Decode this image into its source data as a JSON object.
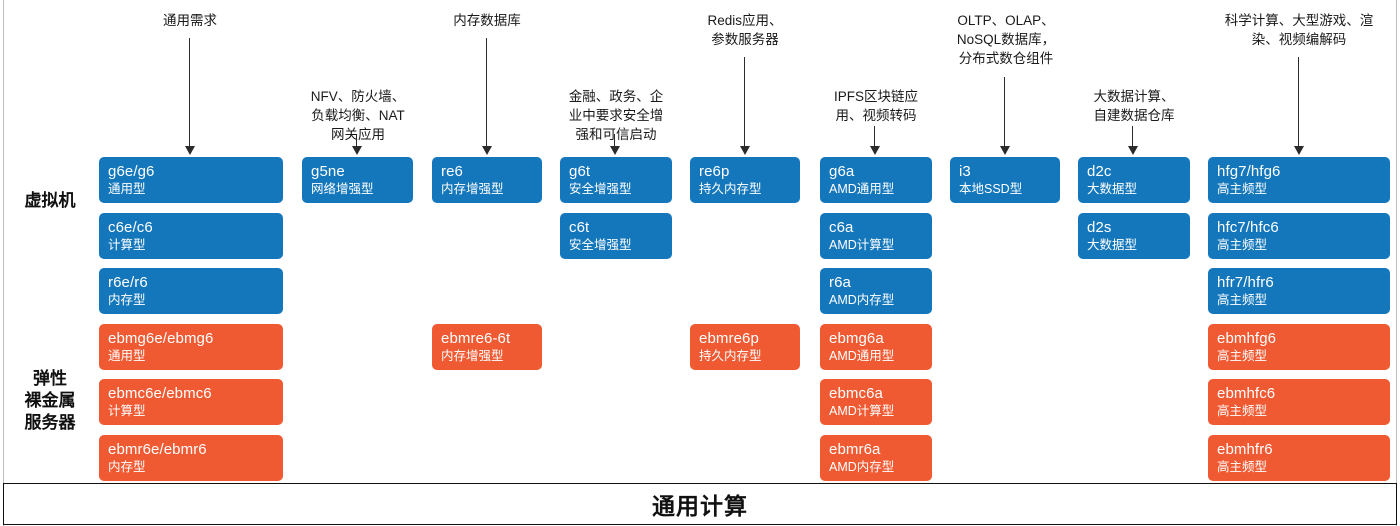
{
  "diagram": {
    "title": "通用计算",
    "colors": {
      "vm": "#1477bc",
      "ebm": "#f05a33",
      "text": "#ffffff",
      "line": "#2b2b2b"
    },
    "row_labels": [
      {
        "id": "vm",
        "text": "虚拟机"
      },
      {
        "id": "ebm",
        "text": "弹性\n裸金属\n服务器"
      }
    ],
    "captions": [
      {
        "id": "c1",
        "text": "通用需求"
      },
      {
        "id": "c2",
        "text": "NFV、防火墙、\n负载均衡、NAT\n网关应用"
      },
      {
        "id": "c3",
        "text": "内存数据库"
      },
      {
        "id": "c4",
        "text": "金融、政务、企\n业中要求安全增\n强和可信启动"
      },
      {
        "id": "c5",
        "text": "Redis应用、\n参数服务器"
      },
      {
        "id": "c6",
        "text": "IPFS区块链应\n用、视频转码"
      },
      {
        "id": "c7",
        "text": "OLTP、OLAP、\nNoSQL数据库，\n分布式数仓组件"
      },
      {
        "id": "c8",
        "text": "大数据计算、\n自建数据仓库"
      },
      {
        "id": "c9",
        "text": "科学计算、大型游戏、渲\n染、视频编解码"
      }
    ],
    "columns": [
      {
        "id": "col1",
        "caption_id": "c1",
        "boxes": [
          {
            "row": 0,
            "kind": "vm",
            "name": "g6e/g6",
            "sub": "通用型"
          },
          {
            "row": 1,
            "kind": "vm",
            "name": "c6e/c6",
            "sub": "计算型"
          },
          {
            "row": 2,
            "kind": "vm",
            "name": "r6e/r6",
            "sub": "内存型"
          },
          {
            "row": 3,
            "kind": "ebm",
            "name": "ebmg6e/ebmg6",
            "sub": "通用型"
          },
          {
            "row": 4,
            "kind": "ebm",
            "name": "ebmc6e/ebmc6",
            "sub": "计算型"
          },
          {
            "row": 5,
            "kind": "ebm",
            "name": "ebmr6e/ebmr6",
            "sub": "内存型"
          }
        ]
      },
      {
        "id": "col2",
        "caption_id": "c2",
        "boxes": [
          {
            "row": 0,
            "kind": "vm",
            "name": "g5ne",
            "sub": "网络增强型"
          }
        ]
      },
      {
        "id": "col3",
        "caption_id": "c3",
        "boxes": [
          {
            "row": 0,
            "kind": "vm",
            "name": "re6",
            "sub": "内存增强型"
          },
          {
            "row": 3,
            "kind": "ebm",
            "name": "ebmre6-6t",
            "sub": "内存增强型"
          }
        ]
      },
      {
        "id": "col4",
        "caption_id": "c4",
        "boxes": [
          {
            "row": 0,
            "kind": "vm",
            "name": "g6t",
            "sub": "安全增强型"
          },
          {
            "row": 1,
            "kind": "vm",
            "name": "c6t",
            "sub": "安全增强型"
          }
        ]
      },
      {
        "id": "col5",
        "caption_id": "c5",
        "boxes": [
          {
            "row": 0,
            "kind": "vm",
            "name": "re6p",
            "sub": "持久内存型"
          },
          {
            "row": 3,
            "kind": "ebm",
            "name": "ebmre6p",
            "sub": "持久内存型"
          }
        ]
      },
      {
        "id": "col6",
        "caption_id": "c6",
        "boxes": [
          {
            "row": 0,
            "kind": "vm",
            "name": "g6a",
            "sub": "AMD通用型"
          },
          {
            "row": 1,
            "kind": "vm",
            "name": "c6a",
            "sub": "AMD计算型"
          },
          {
            "row": 2,
            "kind": "vm",
            "name": "r6a",
            "sub": "AMD内存型"
          },
          {
            "row": 3,
            "kind": "ebm",
            "name": "ebmg6a",
            "sub": "AMD通用型"
          },
          {
            "row": 4,
            "kind": "ebm",
            "name": "ebmc6a",
            "sub": "AMD计算型"
          },
          {
            "row": 5,
            "kind": "ebm",
            "name": "ebmr6a",
            "sub": "AMD内存型"
          }
        ]
      },
      {
        "id": "col7",
        "caption_id": "c7",
        "boxes": [
          {
            "row": 0,
            "kind": "vm",
            "name": "i3",
            "sub": "本地SSD型"
          }
        ]
      },
      {
        "id": "col8",
        "caption_id": "c8",
        "boxes": [
          {
            "row": 0,
            "kind": "vm",
            "name": "d2c",
            "sub": "大数据型"
          },
          {
            "row": 1,
            "kind": "vm",
            "name": "d2s",
            "sub": "大数据型"
          }
        ]
      },
      {
        "id": "col9",
        "caption_id": "c9",
        "boxes": [
          {
            "row": 0,
            "kind": "vm",
            "name": "hfg7/hfg6",
            "sub": "高主频型"
          },
          {
            "row": 1,
            "kind": "vm",
            "name": "hfc7/hfc6",
            "sub": "高主频型"
          },
          {
            "row": 2,
            "kind": "vm",
            "name": "hfr7/hfr6",
            "sub": "高主频型"
          },
          {
            "row": 3,
            "kind": "ebm",
            "name": "ebmhfg6",
            "sub": "高主频型"
          },
          {
            "row": 4,
            "kind": "ebm",
            "name": "ebmhfc6",
            "sub": "高主频型"
          },
          {
            "row": 5,
            "kind": "ebm",
            "name": "ebmhfr6",
            "sub": "高主频型"
          }
        ]
      }
    ]
  }
}
